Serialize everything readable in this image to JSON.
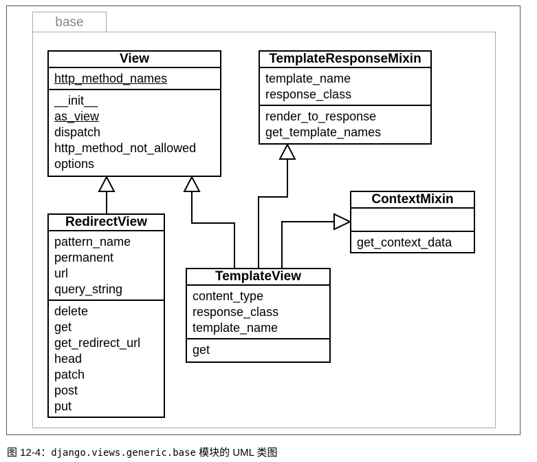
{
  "package": {
    "name": "base"
  },
  "classes": {
    "view": {
      "name": "View",
      "attributes": [
        "http_method_names"
      ],
      "methods": [
        "__init__",
        "as_view",
        "dispatch",
        "http_method_not_allowed",
        "options"
      ]
    },
    "template_response_mixin": {
      "name": "TemplateResponseMixin",
      "attributes": [
        "template_name",
        "response_class"
      ],
      "methods": [
        "render_to_response",
        "get_template_names"
      ]
    },
    "context_mixin": {
      "name": "ContextMixin",
      "attributes": [],
      "methods": [
        "get_context_data"
      ]
    },
    "redirect_view": {
      "name": "RedirectView",
      "attributes": [
        "pattern_name",
        "permanent",
        "url",
        "query_string"
      ],
      "methods": [
        "delete",
        "get",
        "get_redirect_url",
        "head",
        "patch",
        "post",
        "put"
      ]
    },
    "template_view": {
      "name": "TemplateView",
      "attributes": [
        "content_type",
        "response_class",
        "template_name"
      ],
      "methods": [
        "get"
      ]
    }
  },
  "relations": [
    {
      "from": "RedirectView",
      "to": "View",
      "type": "generalization"
    },
    {
      "from": "TemplateView",
      "to": "View",
      "type": "generalization"
    },
    {
      "from": "TemplateView",
      "to": "TemplateResponseMixin",
      "type": "generalization"
    },
    {
      "from": "TemplateView",
      "to": "ContextMixin",
      "type": "generalization"
    }
  ],
  "caption": {
    "prefix": "图 12-4：",
    "module": "django.views.generic.base",
    "suffix": " 模块的 UML 类图"
  }
}
